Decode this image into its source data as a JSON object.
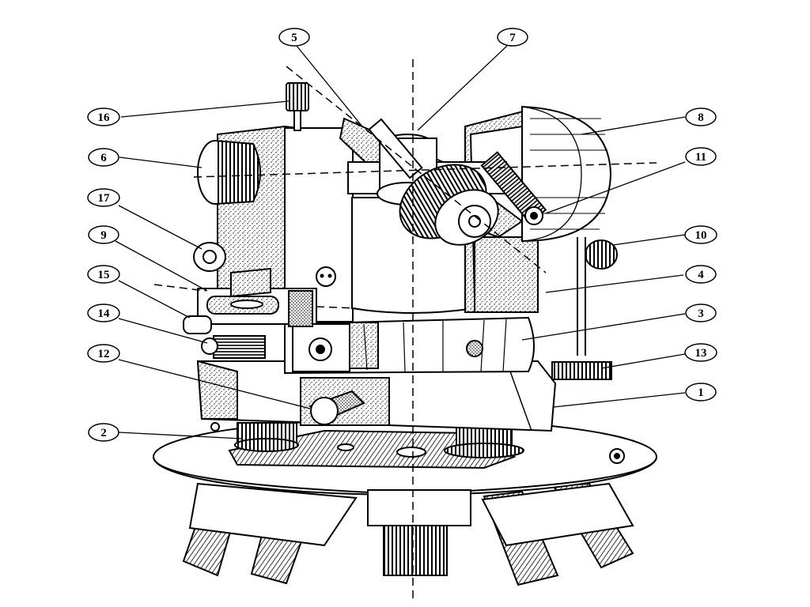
{
  "diagram": {
    "subject": "theodolite-exploded-view",
    "callouts": [
      {
        "id": "c5",
        "text": "5"
      },
      {
        "id": "c7",
        "text": "7"
      },
      {
        "id": "c16",
        "text": "16"
      },
      {
        "id": "c8",
        "text": "8"
      },
      {
        "id": "c6",
        "text": "6"
      },
      {
        "id": "c11",
        "text": "11"
      },
      {
        "id": "c17",
        "text": "17"
      },
      {
        "id": "c9",
        "text": "9"
      },
      {
        "id": "c10",
        "text": "10"
      },
      {
        "id": "c15",
        "text": "15"
      },
      {
        "id": "c4",
        "text": "4"
      },
      {
        "id": "c14",
        "text": "14"
      },
      {
        "id": "c3",
        "text": "3"
      },
      {
        "id": "c12",
        "text": "12"
      },
      {
        "id": "c13",
        "text": "13"
      },
      {
        "id": "c1",
        "text": "1"
      },
      {
        "id": "c2",
        "text": "2"
      }
    ]
  }
}
